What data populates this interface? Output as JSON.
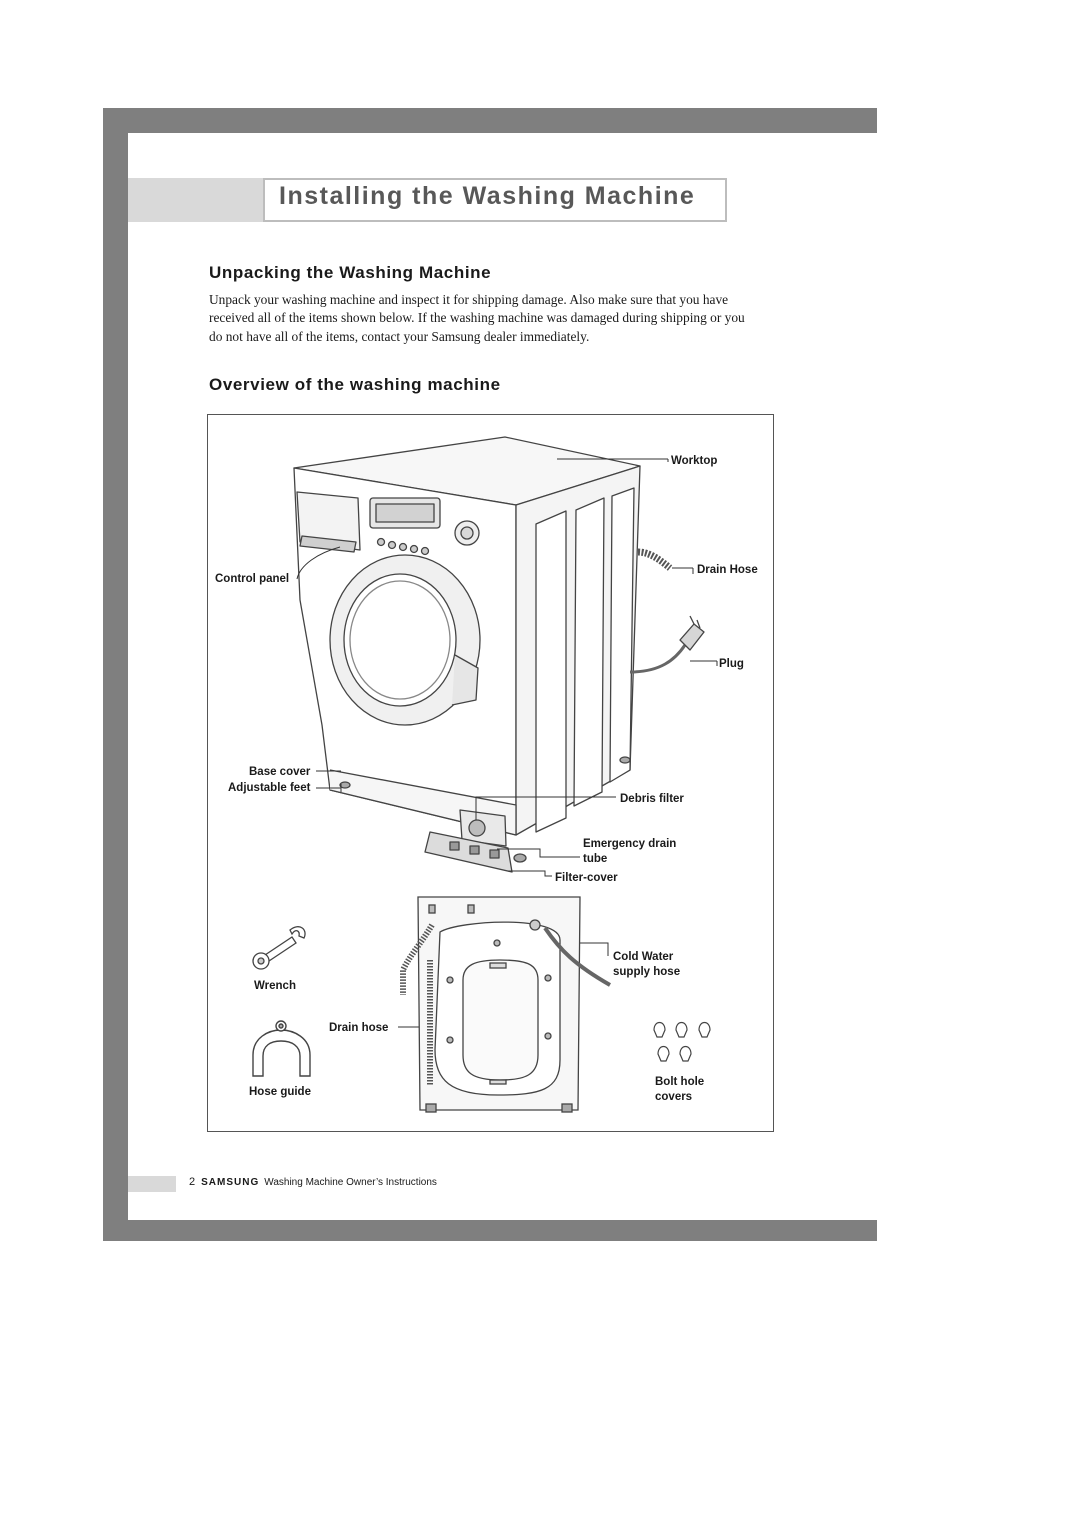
{
  "page": {
    "title": "Installing the Washing Machine",
    "section1_heading": "Unpacking the Washing Machine",
    "section1_text": "Unpack your washing machine and inspect it for shipping damage.  Also make sure that you have received all of the items shown below.  If the washing machine was damaged during shipping or you do not have all of the items, contact your Samsung dealer immediately.",
    "section2_heading": "Overview of the washing machine"
  },
  "diagram": {
    "labels": {
      "worktop": "Worktop",
      "drain_hose_top": "Drain Hose",
      "control_panel": "Control panel",
      "plug": "Plug",
      "base_cover": "Base cover",
      "adjustable_feet": "Adjustable feet",
      "debris_filter": "Debris filter",
      "emergency_drain_1": "Emergency drain",
      "emergency_drain_2": "tube",
      "filter_cover": "Filter-cover",
      "cold_water_1": "Cold Water",
      "cold_water_2": "supply hose",
      "wrench": "Wrench",
      "drain_hose": "Drain hose",
      "hose_guide": "Hose guide",
      "bolt_hole_1": "Bolt hole",
      "bolt_hole_2": "covers"
    }
  },
  "footer": {
    "page_number": "2",
    "brand": "SAMSUNG",
    "text": "Washing Machine Owner’s Instructions"
  }
}
